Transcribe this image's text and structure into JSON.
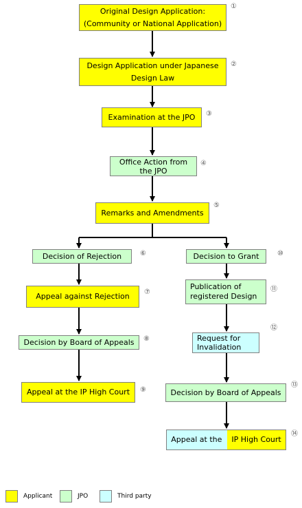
{
  "colors": {
    "applicant": "#ffff00",
    "jpo": "#ccffcc",
    "third_party": "#ccffff",
    "border": "#7f7f7f"
  },
  "nodes": {
    "n1": {
      "label": "Original Design Application:\n(Community or National Application)",
      "number": "①",
      "role": "applicant"
    },
    "n2": {
      "label": "Design Application under Japanese\nDesign Law",
      "number": "②",
      "role": "applicant"
    },
    "n3": {
      "label": "Examination at the JPO",
      "number": "③",
      "role": "applicant"
    },
    "n4": {
      "label": "Office Action from\nthe JPO",
      "number": "④",
      "role": "jpo"
    },
    "n5": {
      "label": "Remarks and Amendments",
      "number": "⑤",
      "role": "applicant"
    },
    "n6": {
      "label": "Decision of Rejection",
      "number": "⑥",
      "role": "jpo"
    },
    "n7": {
      "label": "Appeal against Rejection",
      "number": "⑦",
      "role": "applicant"
    },
    "n8": {
      "label": "Decision by Board of Appeals",
      "number": "⑧",
      "role": "jpo"
    },
    "n9": {
      "label": "Appeal at the IP High Court",
      "number": "⑨",
      "role": "applicant"
    },
    "n10": {
      "label": "Decision to Grant",
      "number": "⑩",
      "role": "jpo"
    },
    "n11": {
      "label": "Publication of\nregistered Design",
      "number": "⑪",
      "role": "jpo"
    },
    "n12": {
      "label": "Request for\nInvalidation",
      "number": "⑫",
      "role": "third_party"
    },
    "n13": {
      "label": "Decision by Board of Appeals",
      "number": "⑬",
      "role": "jpo"
    },
    "n14": {
      "label": "Appeal at the    IP High Court",
      "number": "⑭",
      "role": "third_party+applicant"
    }
  },
  "legend": [
    {
      "label": "Applicant",
      "role": "applicant"
    },
    {
      "label": "JPO",
      "role": "jpo"
    },
    {
      "label": "Third party",
      "role": "third_party"
    }
  ]
}
